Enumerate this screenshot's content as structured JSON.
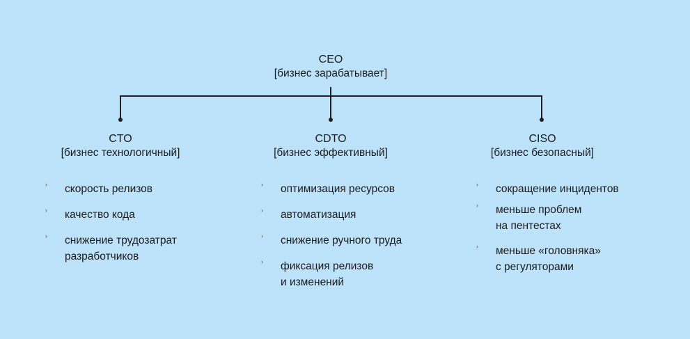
{
  "root": {
    "title": "CEO",
    "subtitle": "[бизнес зарабатывает]"
  },
  "branches": [
    {
      "title": "CTO",
      "subtitle": "[бизнес технологичный]",
      "items": [
        "скорость релизов",
        "качество кода",
        "снижение трудозатрат\nразработчиков"
      ]
    },
    {
      "title": "CDTO",
      "subtitle": "[бизнес эффективный]",
      "items": [
        "оптимизация ресурсов",
        "автоматизация",
        "снижение ручного труда",
        "фиксация релизов\nи изменений"
      ]
    },
    {
      "title": "CISO",
      "subtitle": "[бизнес безопасный]",
      "items": [
        "сокращение инцидентов",
        "меньше проблем\nна пентестах",
        "меньше «головняка»\nс регуляторами"
      ]
    }
  ],
  "colors": {
    "background": "#bde3fa",
    "text": "#1b1b1b",
    "lines": "#1f1f1f"
  },
  "icons": {
    "bullet": "small-tick-bullet"
  }
}
